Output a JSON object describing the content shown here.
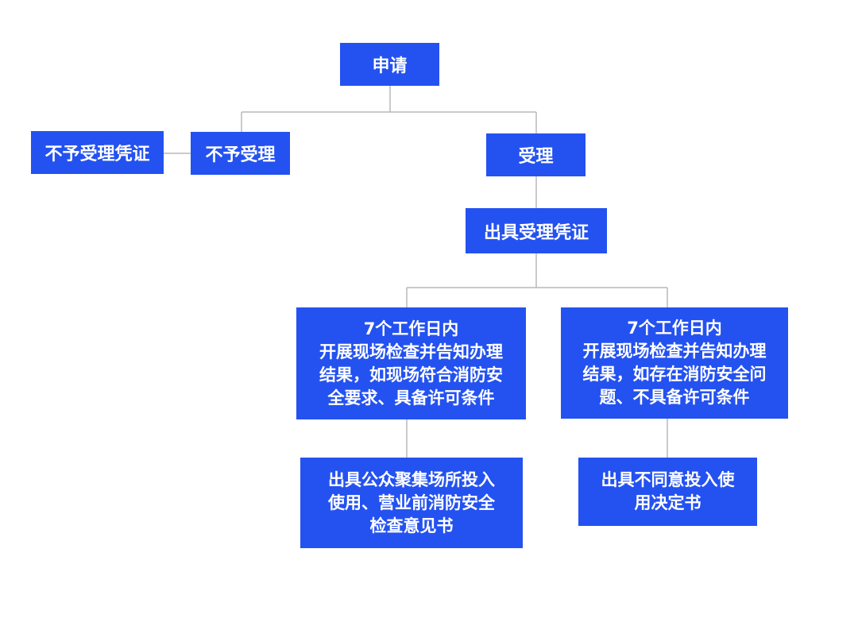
{
  "flowchart": {
    "apply": "申请",
    "reject": "不予受理",
    "reject_cert": "不予受理凭证",
    "accept": "受理",
    "accept_cert": "出具受理凭证",
    "check_pass": "7个工作日内\n开展现场检查并告知办理\n结果，如现场符合消防安\n全要求、具备许可条件",
    "check_fail": "7个工作日内\n开展现场检查并告知办理\n结果，如存在消防安全问\n题、不具备许可条件",
    "opinion_pass": "出具公众聚集场所投入\n使用、营业前消防安全\n检查意见书",
    "opinion_fail": "出具不同意投入使\n用决定书"
  },
  "colors": {
    "box": "#2452f0",
    "text": "#ffffff",
    "connector": "#b8b8b8"
  }
}
